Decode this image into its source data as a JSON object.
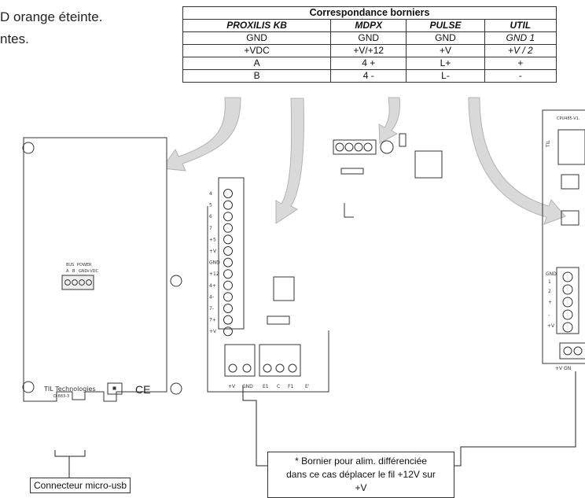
{
  "intro_text": {
    "line1": "D orange éteinte.",
    "line2": "ntes."
  },
  "table": {
    "title": "Correspondance borniers",
    "headers": [
      "PROXILIS KB",
      "MDPX",
      "PULSE",
      "UTIL"
    ],
    "rows": [
      [
        "GND",
        "GND",
        "GND",
        "GND 1"
      ],
      [
        "+VDC",
        "+V/+12",
        "+V",
        "+V / 2"
      ],
      [
        "A",
        "4 +",
        "L+",
        "+"
      ],
      [
        "B",
        "4 -",
        "L-",
        "-"
      ]
    ]
  },
  "proxilis_board": {
    "header_labels": [
      "BUS",
      "POWER"
    ],
    "pin_labels": [
      "A",
      "B",
      "GND",
      "+VDC"
    ],
    "brand": "TIL Technologies",
    "part_no": "D-883-3",
    "ce_mark": "CE"
  },
  "mdpx_board": {
    "side_labels": [
      "4",
      "5",
      "6",
      "7",
      "+5",
      "+V",
      "GND",
      "+12",
      "4+",
      "4-",
      "7-",
      "7+",
      "+V"
    ],
    "bottom_labels": [
      "+V",
      "GND",
      "E1",
      "C",
      "F1",
      "E'"
    ]
  },
  "util_board": {
    "side_labels": [
      "GND",
      "1",
      "2",
      "+",
      "-",
      "+V"
    ],
    "top_label": "CPU485-V1.",
    "til": "TIL",
    "bottom_label": "+V GN"
  },
  "callout": {
    "line1": "* Bornier pour alim. différenciée",
    "line2": "dans ce cas déplacer le fil +12V sur",
    "line3": "+V"
  },
  "usb_label": "Connecteur micro-usb",
  "colors": {
    "arrow_fill": "#d9d9d9",
    "arrow_stroke": "#b3b3b3",
    "line": "#222222"
  }
}
